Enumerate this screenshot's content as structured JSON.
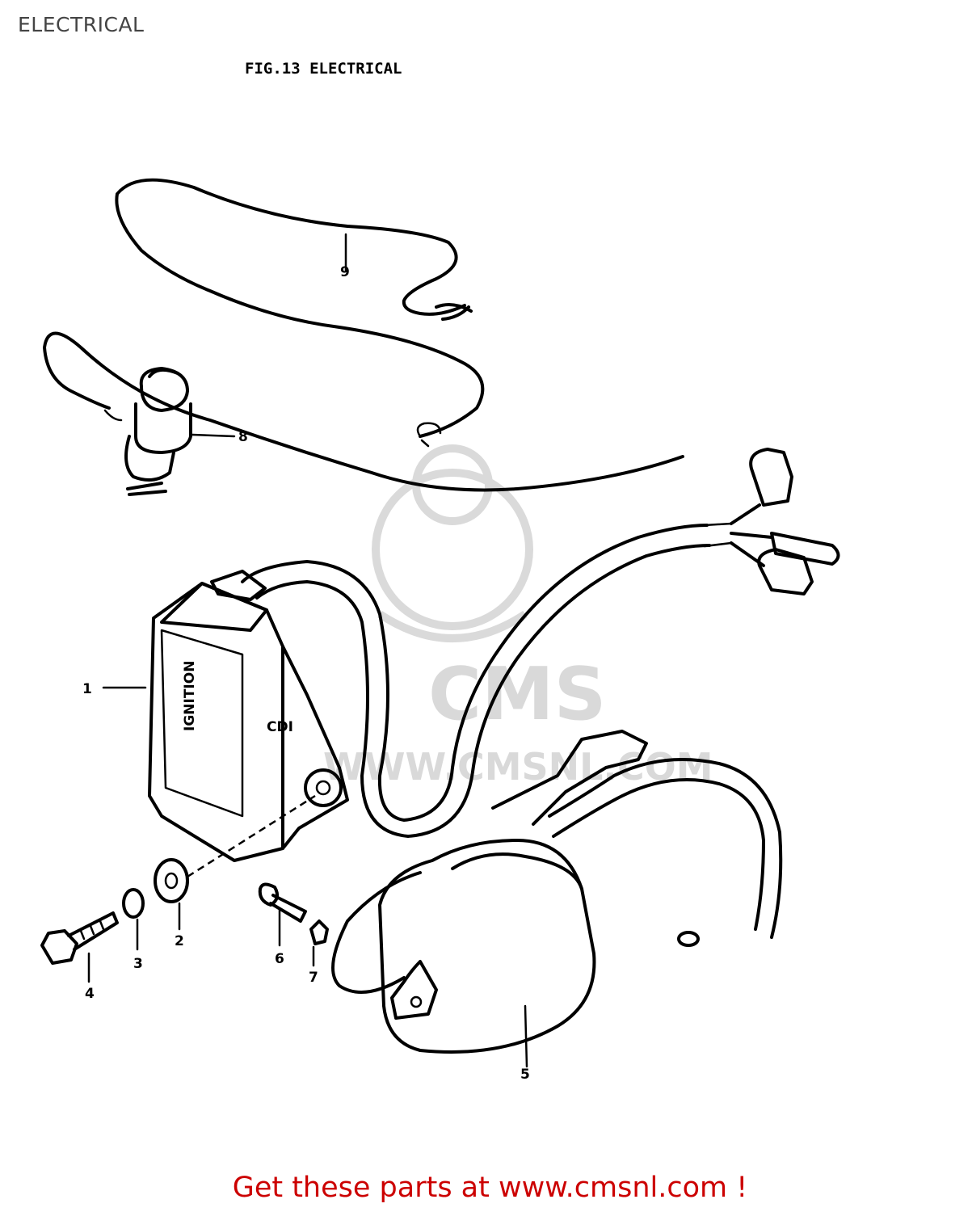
{
  "page": {
    "label": "ELECTRICAL"
  },
  "figure": {
    "title": "FIG.13  ELECTRICAL",
    "callouts": [
      "1",
      "2",
      "3",
      "4",
      "5",
      "6",
      "7",
      "8",
      "9"
    ],
    "ignition_label": "IGNITION",
    "cdi_mark": "CDI"
  },
  "watermark": {
    "brand": "CMS",
    "url": "WWW.CMSNL.COM"
  },
  "footer": {
    "link_text": "Get these parts at www.cmsnl.com !",
    "color": "#cc0000"
  }
}
